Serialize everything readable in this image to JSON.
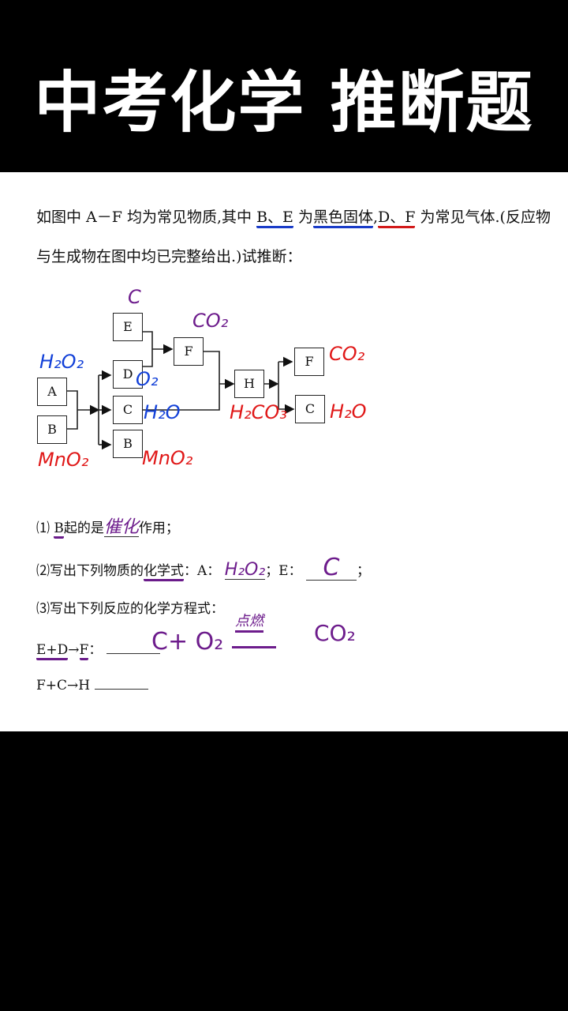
{
  "header": {
    "title": "中考化学 推断题"
  },
  "problem": {
    "intro_parts": [
      "如图中 A－F 均为常见物质,其中 ",
      "B、E",
      " 为",
      "黑色固体",
      ",",
      "D、F",
      " 为常见气体.(反应物与生成物在图中均已完整给出.)试推断："
    ]
  },
  "diagram": {
    "boxes": {
      "A": "A",
      "B": "B",
      "E": "E",
      "D": "D",
      "C": "C",
      "B2": "B",
      "F": "F",
      "H": "H",
      "F2": "F",
      "C2": "C"
    },
    "annotations": {
      "A": "H₂O₂",
      "B": "MnO₂",
      "E": "C",
      "D": "O₂",
      "C": "H₂O",
      "B2": "MnO₂",
      "F": "CO₂",
      "H": "H₂CO₃",
      "F2": "CO₂",
      "C2": "H₂O"
    }
  },
  "questions": {
    "q1": {
      "prefix": "⑴ ",
      "b": "B",
      "text": "起的是",
      "answer": "催化",
      "suffix": "作用；"
    },
    "q2": {
      "prefix": "⑵写出下列物质的",
      "ul": "化学式",
      "mid": "：A：",
      "a_answer": "H₂O₂",
      "sep": "；E：",
      "e_answer": "C",
      "end": "；"
    },
    "q3": {
      "text": "⑶写出下列反应的化学方程式："
    },
    "eq1": {
      "left": "E+D",
      "arrow": "→",
      "right": "F",
      "colon": "：",
      "answer_lhs": "C+ O₂",
      "condition": "点燃",
      "answer_rhs": "CO₂"
    },
    "eq2": {
      "label": "F+C→H"
    }
  }
}
